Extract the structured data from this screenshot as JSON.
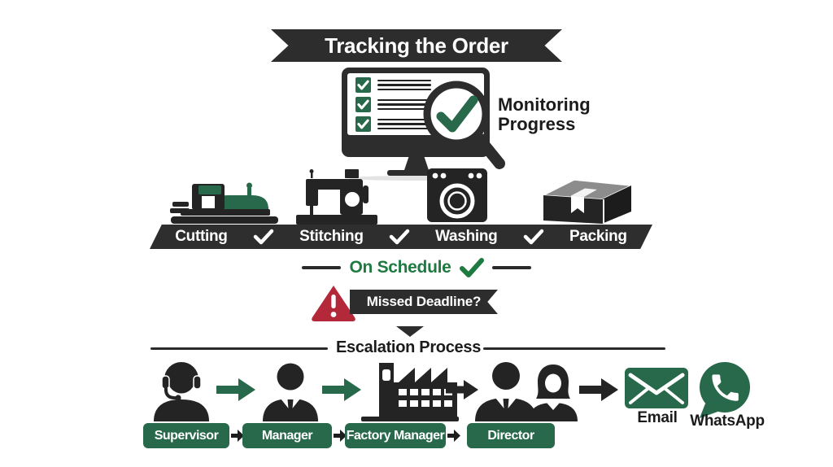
{
  "colors": {
    "dark": "#2d2d2d",
    "green": "#27694a",
    "bright_green": "#1e7a41",
    "red": "#b3293a",
    "box_top_gray": "#8c8c8c",
    "white": "#ffffff"
  },
  "header": {
    "title": "Tracking the Order"
  },
  "monitoring": {
    "line1": "Monitoring",
    "line2": "Progress"
  },
  "stages": {
    "items": [
      {
        "label": "Cutting",
        "icon": "cutting-machine-icon"
      },
      {
        "label": "Stitching",
        "icon": "sewing-machine-icon"
      },
      {
        "label": "Washing",
        "icon": "washing-machine-icon"
      },
      {
        "label": "Packing",
        "icon": "packing-box-icon"
      }
    ]
  },
  "status": {
    "label": "On Schedule"
  },
  "alert": {
    "label": "Missed Deadline?"
  },
  "escalation": {
    "title": "Escalation Process",
    "roles": [
      {
        "label": "Supervisor",
        "icon": "headset-person-icon"
      },
      {
        "label": "Manager",
        "icon": "businessman-icon"
      },
      {
        "label": "Factory Manager",
        "icon": "factory-icon"
      },
      {
        "label": "Director",
        "icon": "two-people-icon"
      }
    ],
    "channels": [
      {
        "label": "Email",
        "icon": "email-icon"
      },
      {
        "label": "WhatsApp",
        "icon": "whatsapp-icon"
      }
    ]
  }
}
